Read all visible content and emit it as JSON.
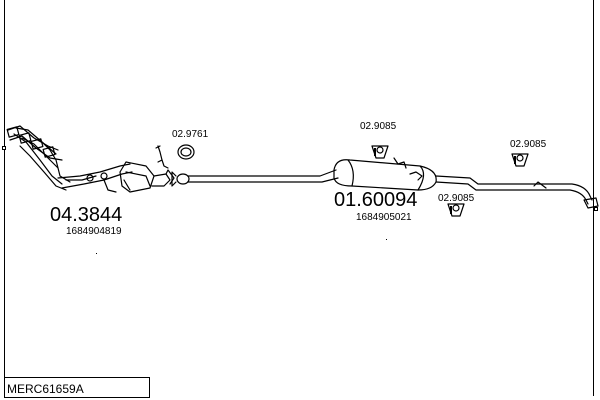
{
  "parts": {
    "left_assembly": {
      "number": "04.3844",
      "oem": "1684904819"
    },
    "right_assembly": {
      "number": "01.60094",
      "oem": "1684905021"
    }
  },
  "callouts": [
    {
      "code": "02.9761"
    },
    {
      "code": "02.9085"
    },
    {
      "code": "02.9085"
    },
    {
      "code": "02.9085"
    }
  ],
  "footer": {
    "code": "MERC61659A"
  }
}
